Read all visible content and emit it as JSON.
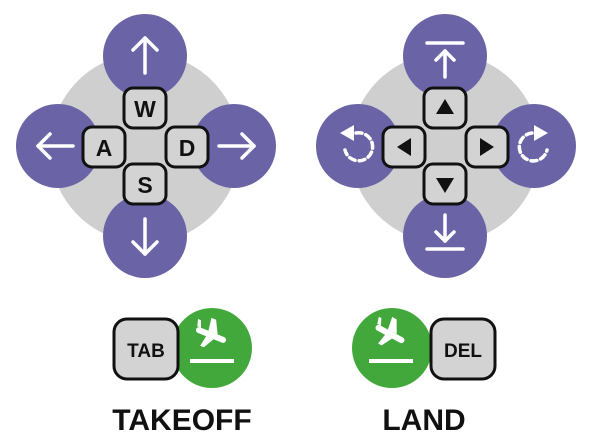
{
  "colors": {
    "purple": "#6a63a6",
    "green": "#43a83c",
    "disc": "#cfcfcf",
    "key_fill": "#d3d3d3",
    "key_border": "#111111",
    "white": "#ffffff",
    "text": "#111111"
  },
  "movement_pad": {
    "keys": {
      "up": "W",
      "left": "A",
      "right": "D",
      "down": "S"
    },
    "icons": {
      "up": "arrow-up-icon",
      "down": "arrow-down-icon",
      "left": "arrow-left-icon",
      "right": "arrow-right-icon"
    }
  },
  "altitude_pad": {
    "keys": {
      "up": "triangle-up-icon",
      "down": "triangle-down-icon",
      "left": "triangle-left-icon",
      "right": "triangle-right-icon"
    },
    "icons": {
      "up": "ascend-icon",
      "down": "descend-icon",
      "left": "rotate-ccw-icon",
      "right": "rotate-cw-icon"
    }
  },
  "takeoff": {
    "key": "TAB",
    "icon": "flight-takeoff-icon",
    "caption": "TAKEOFF"
  },
  "land": {
    "key": "DEL",
    "icon": "flight-land-icon",
    "caption": "LAND"
  }
}
